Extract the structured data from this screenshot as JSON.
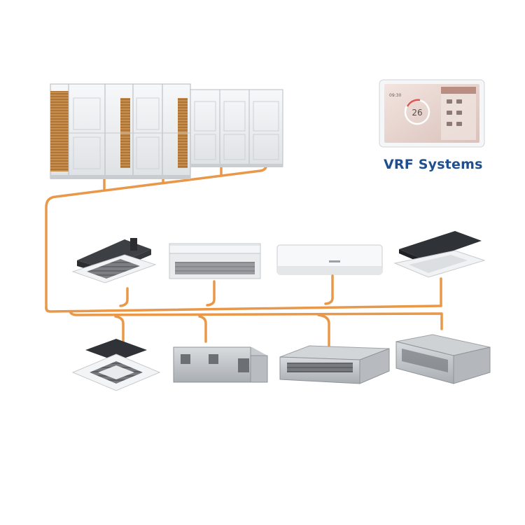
{
  "title": "VRF Systems",
  "controller": {
    "time": "09:30",
    "temperature": "26"
  },
  "colors": {
    "pipe": "#e89848",
    "title": "#1f4f8f",
    "unit_body": "#eef0f2",
    "unit_dark": "#3c3f44",
    "coil": "#c98f4a"
  },
  "components": [
    {
      "id": "outdoor-units",
      "kind": "outdoor-unit-bank",
      "modules": 8
    },
    {
      "id": "wall-controller",
      "kind": "touch-controller"
    },
    {
      "id": "ceiling-cassette-compact",
      "kind": "indoor-unit"
    },
    {
      "id": "floor-ceiling-unit",
      "kind": "indoor-unit"
    },
    {
      "id": "wall-mounted-unit",
      "kind": "indoor-unit"
    },
    {
      "id": "one-way-cassette",
      "kind": "indoor-unit"
    },
    {
      "id": "four-way-cassette",
      "kind": "indoor-unit"
    },
    {
      "id": "high-static-duct",
      "kind": "indoor-unit"
    },
    {
      "id": "slim-duct",
      "kind": "indoor-unit"
    },
    {
      "id": "medium-static-duct",
      "kind": "indoor-unit"
    }
  ]
}
